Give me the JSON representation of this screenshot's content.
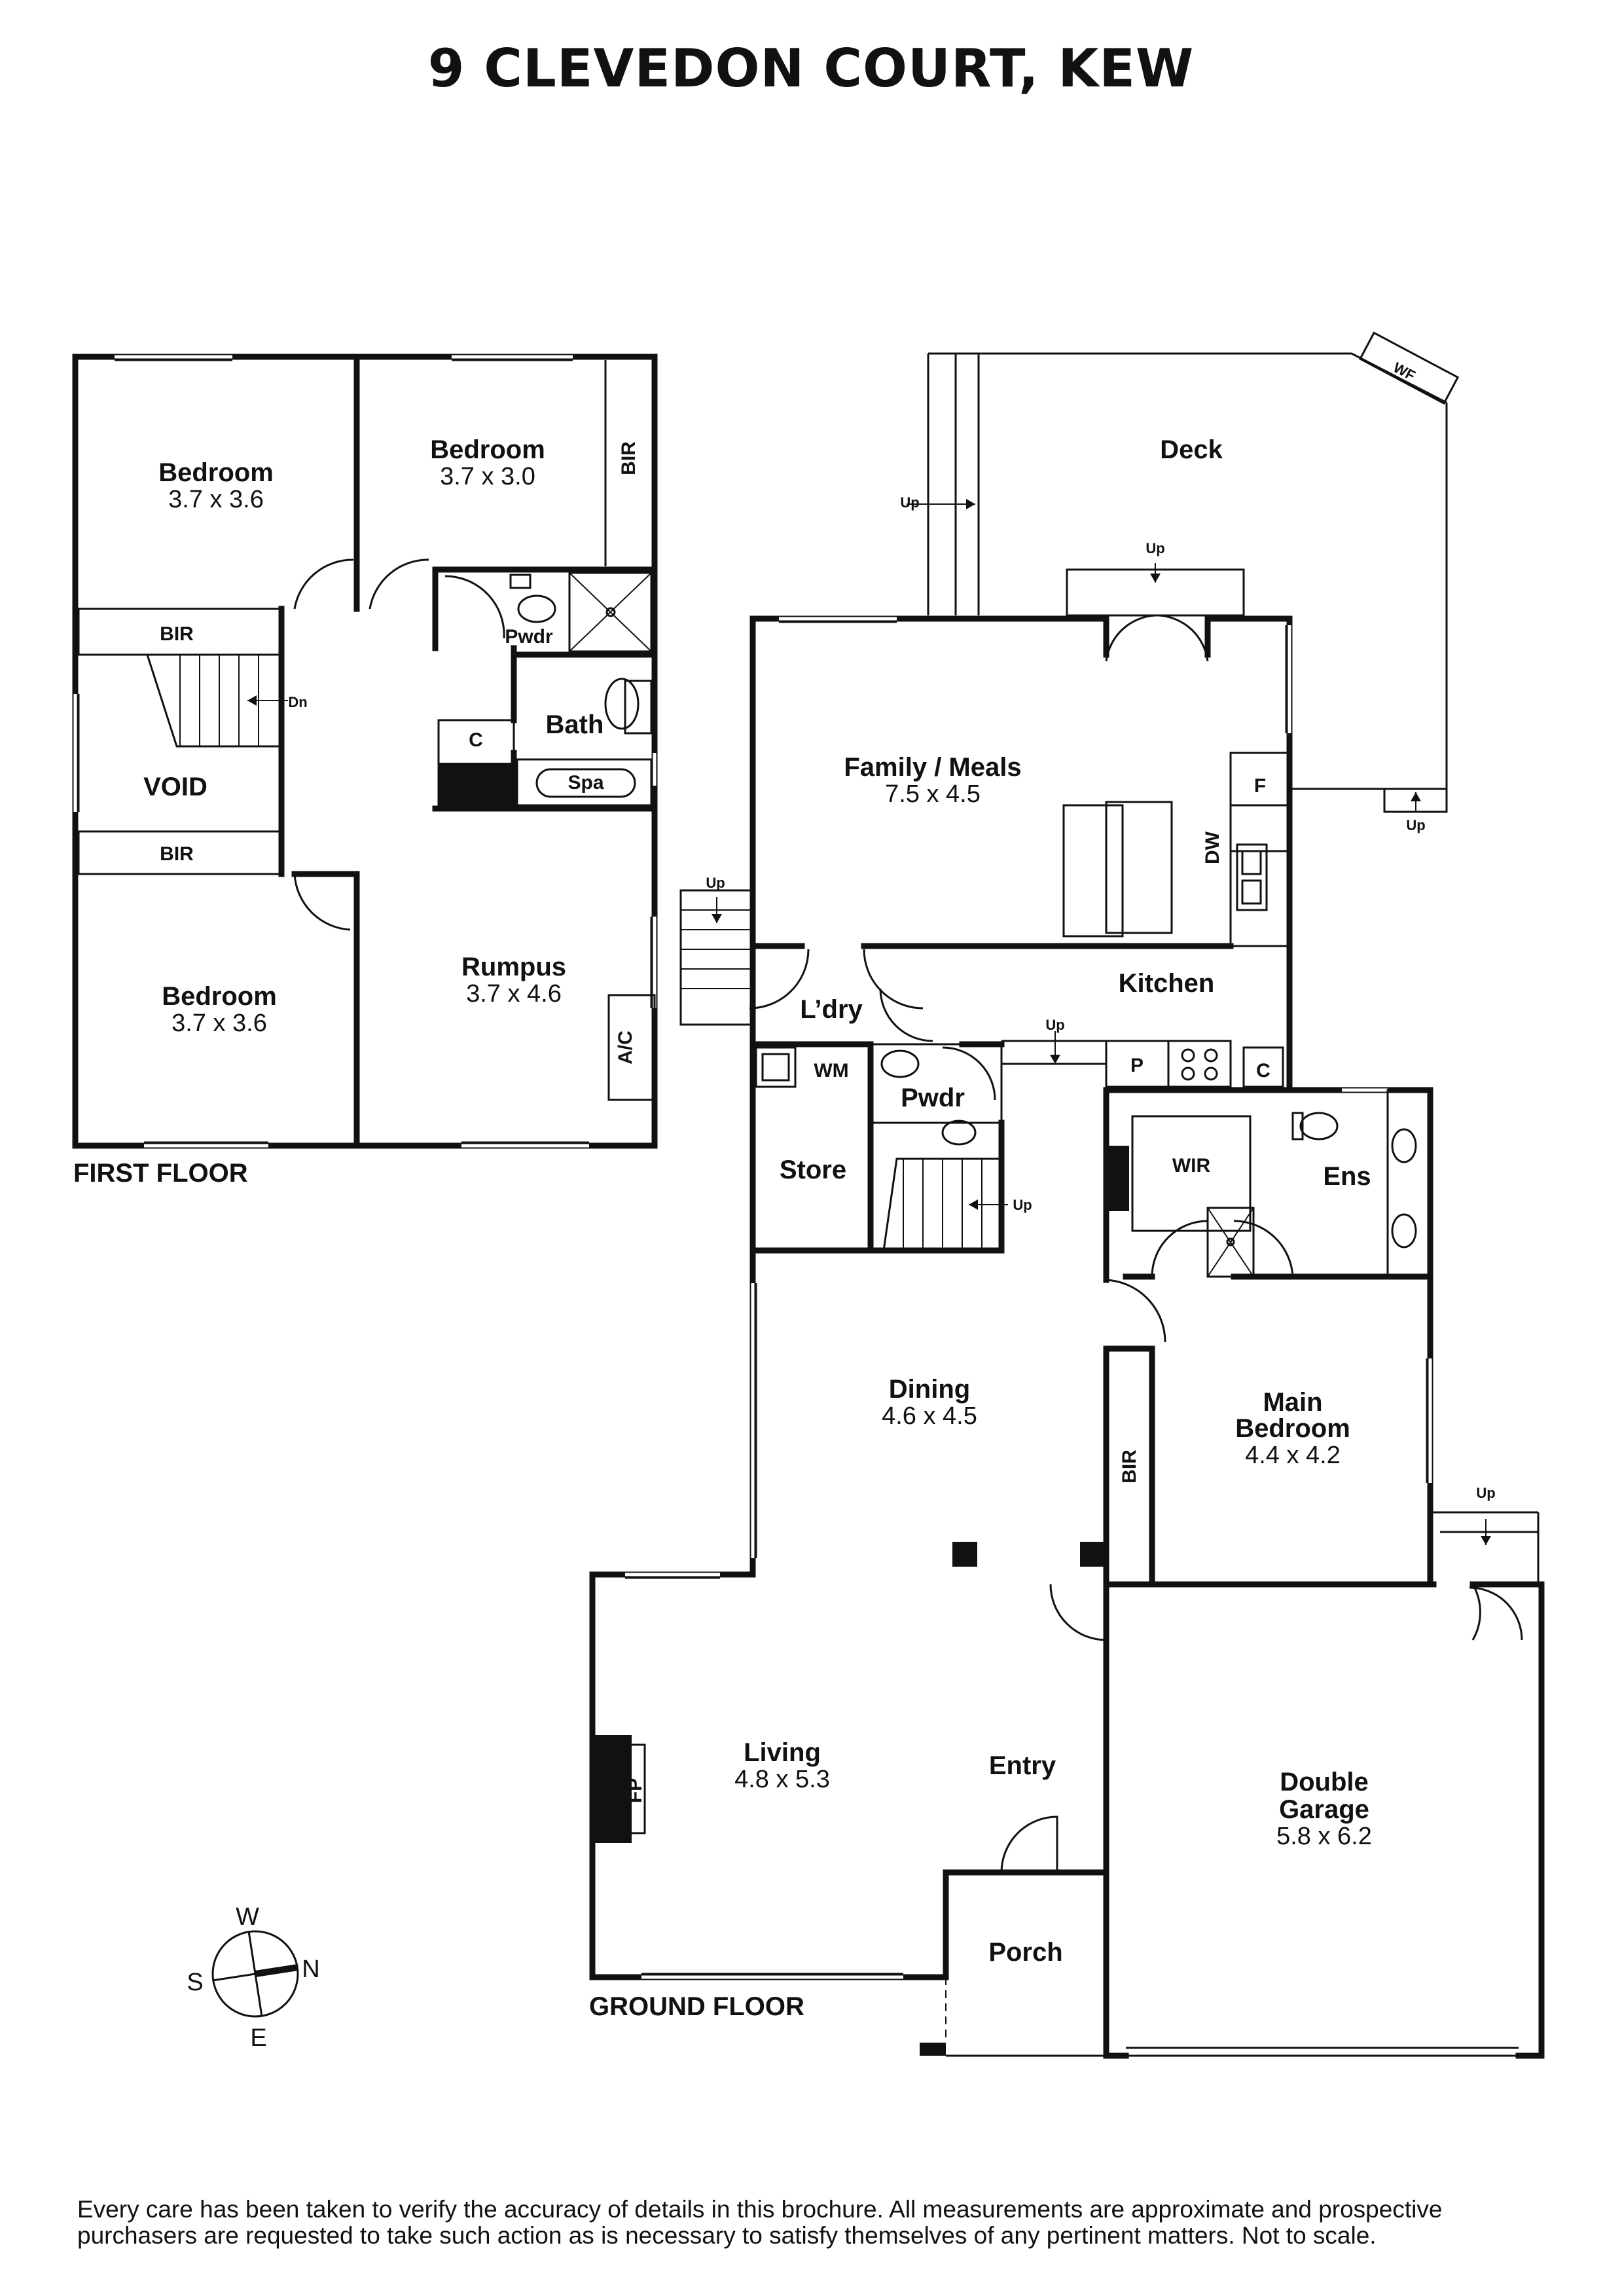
{
  "title": "9 CLEVEDON COURT, KEW",
  "floors": {
    "first": "FIRST FLOOR",
    "ground": "GROUND FLOOR"
  },
  "rooms": {
    "bed1": {
      "name": "Bedroom",
      "size": "3.7 x 3.6"
    },
    "bed2": {
      "name": "Bedroom",
      "size": "3.7 x 3.0"
    },
    "bed3": {
      "name": "Bedroom",
      "size": "3.7 x 3.6"
    },
    "rumpus": {
      "name": "Rumpus",
      "size": "3.7 x 4.6"
    },
    "bath": {
      "name": "Bath"
    },
    "spa": {
      "name": "Spa"
    },
    "pwdr_up": {
      "name": "Pwdr"
    },
    "void": {
      "name": "VOID"
    },
    "family": {
      "name": "Family / Meals",
      "size": "7.5 x 4.5"
    },
    "kitchen": {
      "name": "Kitchen"
    },
    "deck": {
      "name": "Deck"
    },
    "laundry": {
      "name": "L’dry"
    },
    "pwdr": {
      "name": "Pwdr"
    },
    "store": {
      "name": "Store"
    },
    "wir": {
      "name": "WIR"
    },
    "ens": {
      "name": "Ens"
    },
    "dining": {
      "name": "Dining",
      "size": "4.6 x 4.5"
    },
    "main": {
      "name": "Main",
      "name2": "Bedroom",
      "size": "4.4 x 4.2"
    },
    "living": {
      "name": "Living",
      "size": "4.8 x 5.3"
    },
    "entry": {
      "name": "Entry"
    },
    "porch": {
      "name": "Porch"
    },
    "garage": {
      "name": "Double",
      "name2": "Garage",
      "size": "5.8 x 6.2"
    }
  },
  "labels": {
    "bir": "BIR",
    "c": "C",
    "ac": "A/C",
    "dn": "Dn",
    "up": "Up",
    "wf": "WF",
    "f": "F",
    "dw": "DW",
    "wm": "WM",
    "p": "P",
    "fp": "FP"
  },
  "compass": {
    "w": "W",
    "n": "N",
    "s": "S",
    "e": "E"
  },
  "disclaimer": [
    "Every care has been taken to verify the accuracy of details in this brochure. All measurements are approximate and prospective",
    "purchasers are requested to take such action as is necessary to satisfy themselves of any pertinent matters. Not to scale."
  ]
}
